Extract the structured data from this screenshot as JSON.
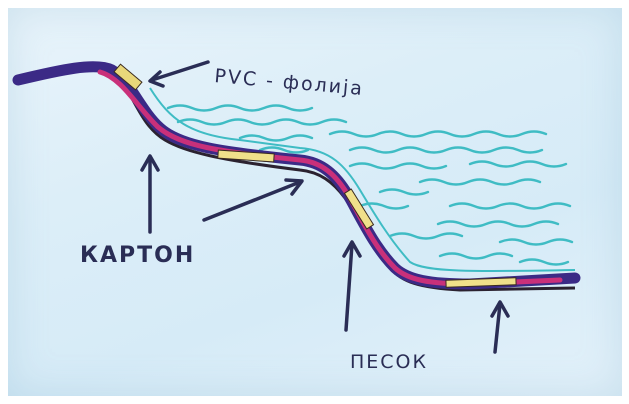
{
  "labels": {
    "pvc": "PVC - фолија",
    "karton": "КАРТОН",
    "pesok": "ПЕСОК"
  },
  "colors": {
    "paper": "#dceef8",
    "water": "#3fbcc4",
    "foil": "#3b2a86",
    "cardboard": "#c9307a",
    "sand": "#f0e08a",
    "ink": "#2a2d55"
  }
}
